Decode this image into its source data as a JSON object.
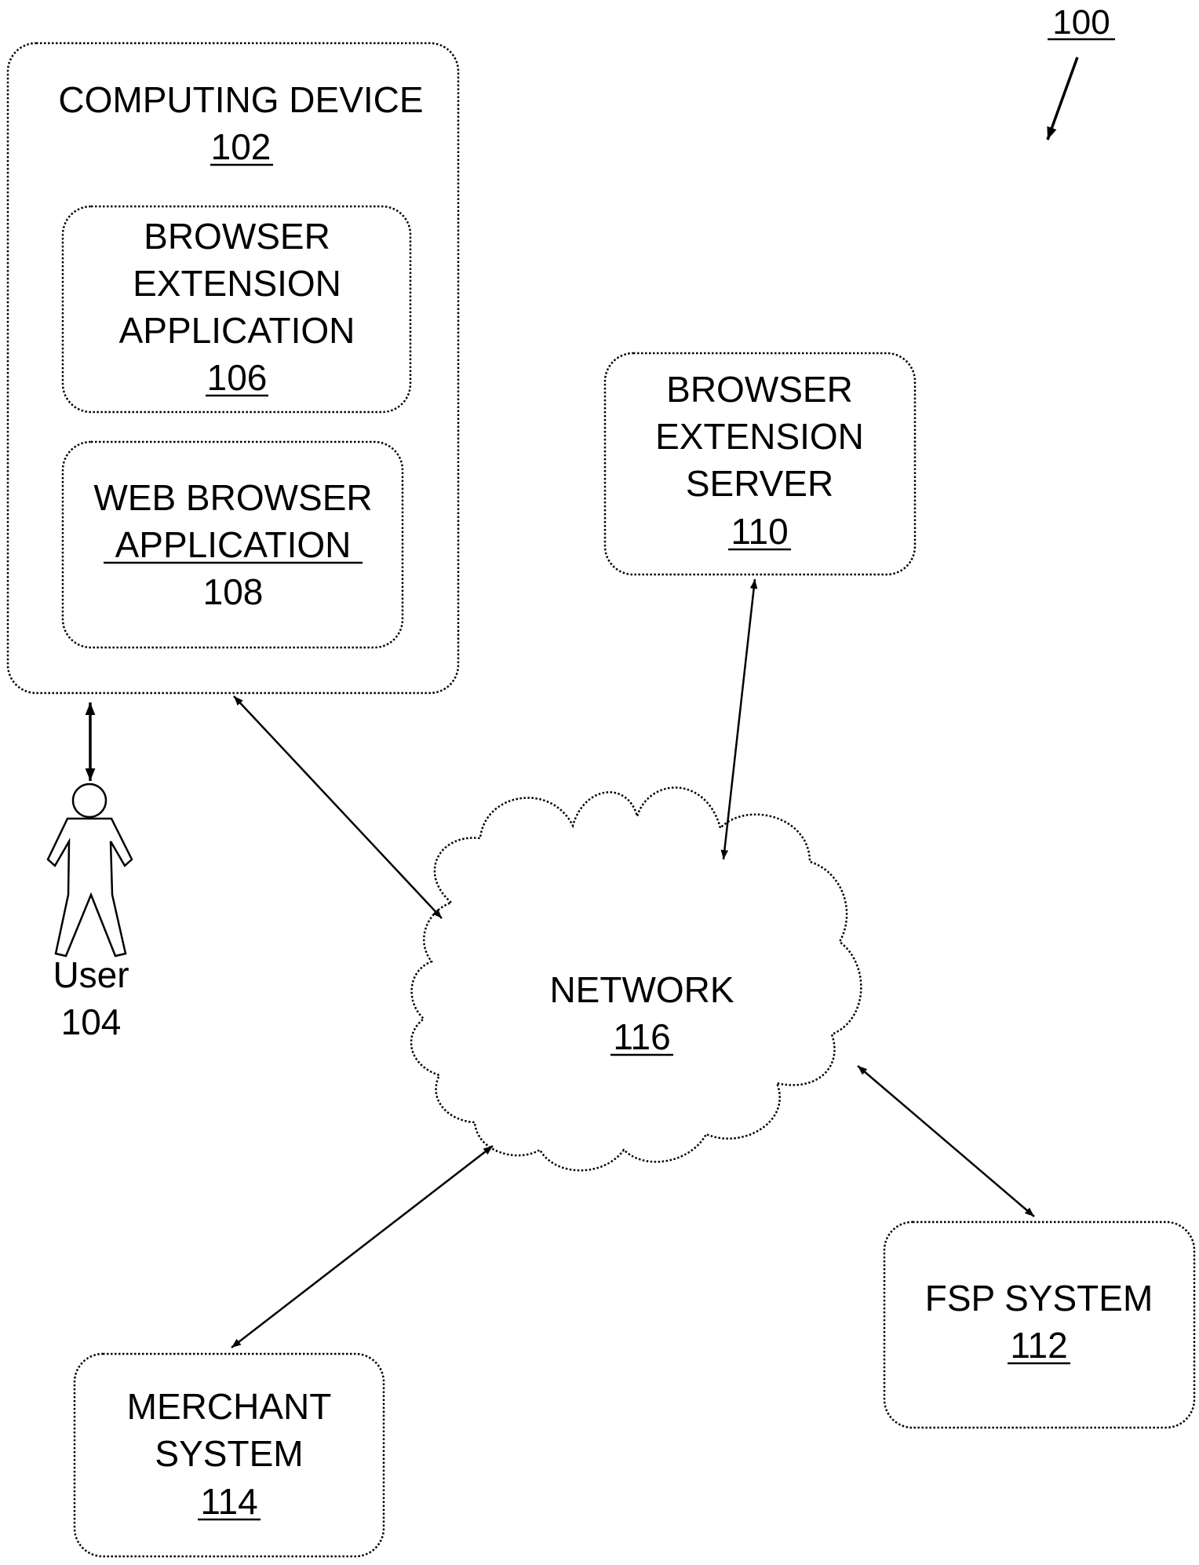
{
  "figure_number": "100",
  "nodes": {
    "computing_device": {
      "lines": [
        "COMPUTING DEVICE"
      ],
      "ref": "102"
    },
    "browser_extension_application": {
      "lines": [
        "BROWSER",
        "EXTENSION",
        "APPLICATION"
      ],
      "ref": "106"
    },
    "web_browser_application": {
      "lines": [
        "WEB BROWSER",
        "APPLICATION"
      ],
      "ref": "108"
    },
    "browser_extension_server": {
      "lines": [
        "BROWSER",
        "EXTENSION",
        "SERVER"
      ],
      "ref": "110"
    },
    "network": {
      "lines": [
        "NETWORK"
      ],
      "ref": "116"
    },
    "fsp_system": {
      "lines": [
        "FSP SYSTEM"
      ],
      "ref": "112"
    },
    "merchant_system": {
      "lines": [
        "MERCHANT",
        "SYSTEM"
      ],
      "ref": "114"
    },
    "user": {
      "label": "User",
      "ref": "104"
    }
  },
  "edges": [
    {
      "from": "user",
      "to": "computing_device",
      "arrows": "both"
    },
    {
      "from": "computing_device",
      "to": "network",
      "arrows": "both"
    },
    {
      "from": "browser_extension_server",
      "to": "network",
      "arrows": "both"
    },
    {
      "from": "network",
      "to": "fsp_system",
      "arrows": "both"
    },
    {
      "from": "network",
      "to": "merchant_system",
      "arrows": "both"
    }
  ]
}
